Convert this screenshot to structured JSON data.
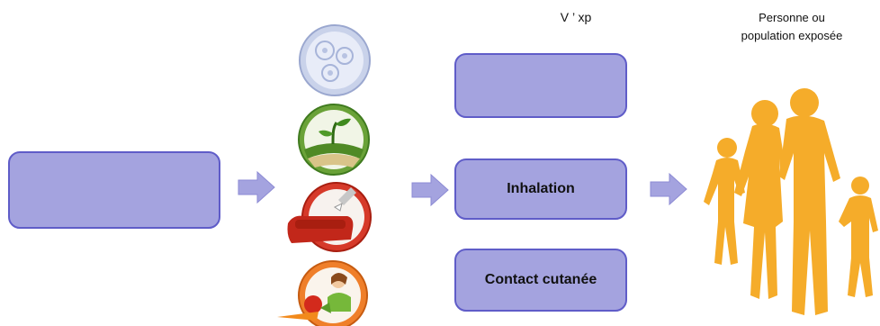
{
  "header": {
    "pathway_title": "V ’ xp",
    "population_label_line1": "Personne ou",
    "population_label_line2": "population exposée"
  },
  "source_box": {
    "label": ""
  },
  "media_icons": [
    {
      "icon": "air-particles-icon"
    },
    {
      "icon": "soil-plant-icon"
    },
    {
      "icon": "indoor-sofa-icon"
    },
    {
      "icon": "food-basket-icon"
    }
  ],
  "exposure_routes": [
    {
      "label": ""
    },
    {
      "label": "Inhalation"
    },
    {
      "label": "Contact cutanée"
    }
  ],
  "colors": {
    "box_fill": "#a4a3df",
    "box_border": "#5f5cc8",
    "arrow_fill": "#a4a3df",
    "population_fill": "#f5ac2a"
  }
}
